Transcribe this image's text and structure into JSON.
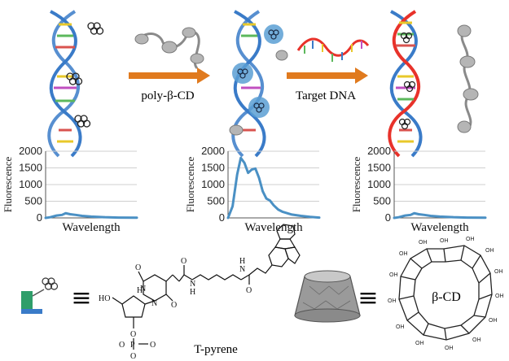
{
  "arrows": {
    "first_label": "poly-β-CD",
    "second_label": "Target DNA"
  },
  "chart_data": [
    {
      "type": "line",
      "xlabel": "Wavelength",
      "ylabel": "Fluorescence",
      "ylim": [
        0,
        2000
      ],
      "yticks": [
        0,
        500,
        1000,
        1500,
        2000
      ],
      "grid": true,
      "series": [
        {
          "x": [
            0,
            0.05,
            0.12,
            0.18,
            0.22,
            0.27,
            0.33,
            0.4,
            0.5,
            0.65,
            0.8,
            1.0
          ],
          "values": [
            0,
            20,
            70,
            90,
            140,
            110,
            90,
            60,
            40,
            20,
            10,
            5
          ]
        }
      ],
      "color": "#4a90c4"
    },
    {
      "type": "line",
      "xlabel": "Wavelength",
      "ylabel": "Fluorescence",
      "ylim": [
        0,
        2000
      ],
      "yticks": [
        0,
        500,
        1000,
        1500,
        2000
      ],
      "grid": true,
      "series": [
        {
          "x": [
            0,
            0.05,
            0.1,
            0.14,
            0.18,
            0.22,
            0.26,
            0.3,
            0.34,
            0.38,
            0.42,
            0.46,
            0.5,
            0.55,
            0.6,
            0.7,
            0.8,
            0.9,
            1.0
          ],
          "values": [
            0,
            350,
            1300,
            1800,
            1650,
            1350,
            1450,
            1480,
            1200,
            800,
            580,
            520,
            380,
            250,
            180,
            100,
            60,
            30,
            10
          ]
        }
      ],
      "color": "#4a90c4"
    },
    {
      "type": "line",
      "xlabel": "Wavelength",
      "ylabel": "Fluorescence",
      "ylim": [
        0,
        2000
      ],
      "yticks": [
        0,
        500,
        1000,
        1500,
        2000
      ],
      "grid": true,
      "series": [
        {
          "x": [
            0,
            0.05,
            0.12,
            0.18,
            0.22,
            0.27,
            0.33,
            0.4,
            0.5,
            0.65,
            0.8,
            1.0
          ],
          "values": [
            0,
            20,
            70,
            90,
            140,
            110,
            90,
            60,
            40,
            20,
            10,
            5
          ]
        }
      ],
      "color": "#4a90c4"
    }
  ],
  "chemistry": {
    "equiv_symbol": "≡",
    "ho_label": "HO",
    "phosphate_labels": [
      "O",
      "O",
      "P",
      "O",
      "O"
    ],
    "nucleoside_atoms": [
      "O",
      "O",
      "N",
      "N",
      "H",
      "N",
      "H",
      "O",
      "O",
      "N",
      "H"
    ],
    "molecule_name": "T-pyrene",
    "cd_label": "β-CD",
    "cd_atoms": [
      "OH",
      "OH",
      "OH",
      "OH",
      "OH",
      "OH",
      "OH",
      "OH",
      "OH",
      "OH",
      "OH",
      "OH",
      "OH",
      "OH"
    ]
  },
  "colors": {
    "helix_blue": "#3a7bc8",
    "helix_red": "#e8322a",
    "arrow_orange": "#e07a1e",
    "cd_blue": "#5a9fd4",
    "protein_gray": "#9a9a9a",
    "line_blue": "#4a90c4"
  }
}
